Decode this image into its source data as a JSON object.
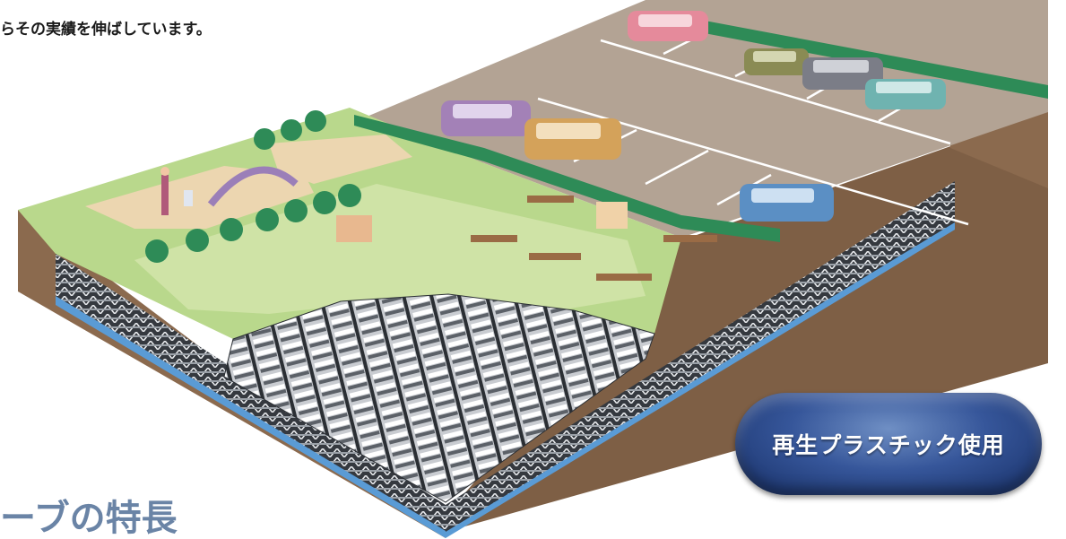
{
  "intro": {
    "text": "らその実績を伸ばしています。"
  },
  "badge": {
    "label": "再生プラスチック使用"
  },
  "section": {
    "heading": "ーブの特長"
  },
  "colors": {
    "grass": "#b9d88c",
    "parking": "#b3a394",
    "soil": "#8b6a4e",
    "water": "#5a9bd5",
    "badge": "#2e4d8f",
    "heading": "#6a84a6"
  }
}
